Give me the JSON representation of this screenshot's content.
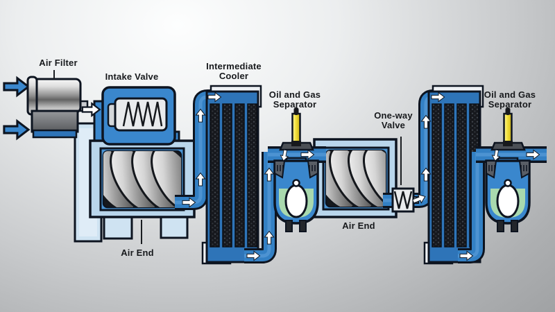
{
  "labels": {
    "air_filter": "Air Filter",
    "intake_valve": "Intake Valve",
    "intermediate_cooler": "Intermediate\nCooler",
    "oil_gas_separator_1": "Oil and Gas\nSeparator",
    "one_way_valve": "One-way\nValve",
    "air_end_1": "Air End",
    "air_end_2": "Air End",
    "oil_gas_separator_2": "Oil and Gas\nSeparator"
  },
  "colors": {
    "pipe_blue": "#3380c4",
    "pipe_highlight": "#5598d4",
    "housing_pale_blue": "#b9d6ec",
    "frame_pale_blue": "#cfe3f2",
    "chamber_blue": "#4a93d2",
    "cooler_fin_dark": "#16181d",
    "oil_green": "#a9d9ae",
    "indicator_yellow": "#f2e13c",
    "outline_dark": "#0d1420",
    "arrow_white": "#ffffff",
    "background_light": "#fdfefe",
    "background_dark": "#a0a2a4"
  }
}
